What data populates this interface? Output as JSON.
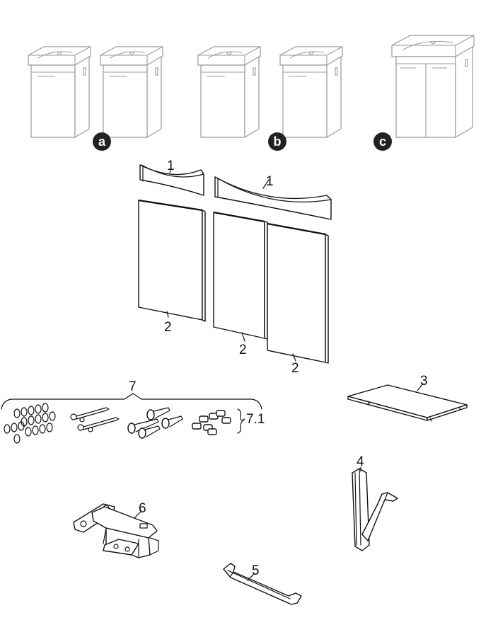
{
  "variants": [
    {
      "id": "a",
      "label": "a"
    },
    {
      "id": "b",
      "label": "b"
    },
    {
      "id": "c",
      "label": "c"
    }
  ],
  "callouts": {
    "cover_small": "1",
    "cover_large": "1",
    "door_left": "2",
    "door_mid": "2",
    "door_right": "2",
    "shelf": "3",
    "hook": "4",
    "handle": "5",
    "hinge": "6",
    "fixing_set": "7",
    "connectors": "7.1"
  },
  "colors": {
    "badge": "#222222",
    "outline": "#111111",
    "cabinet_outline": "#9a9a9a"
  }
}
